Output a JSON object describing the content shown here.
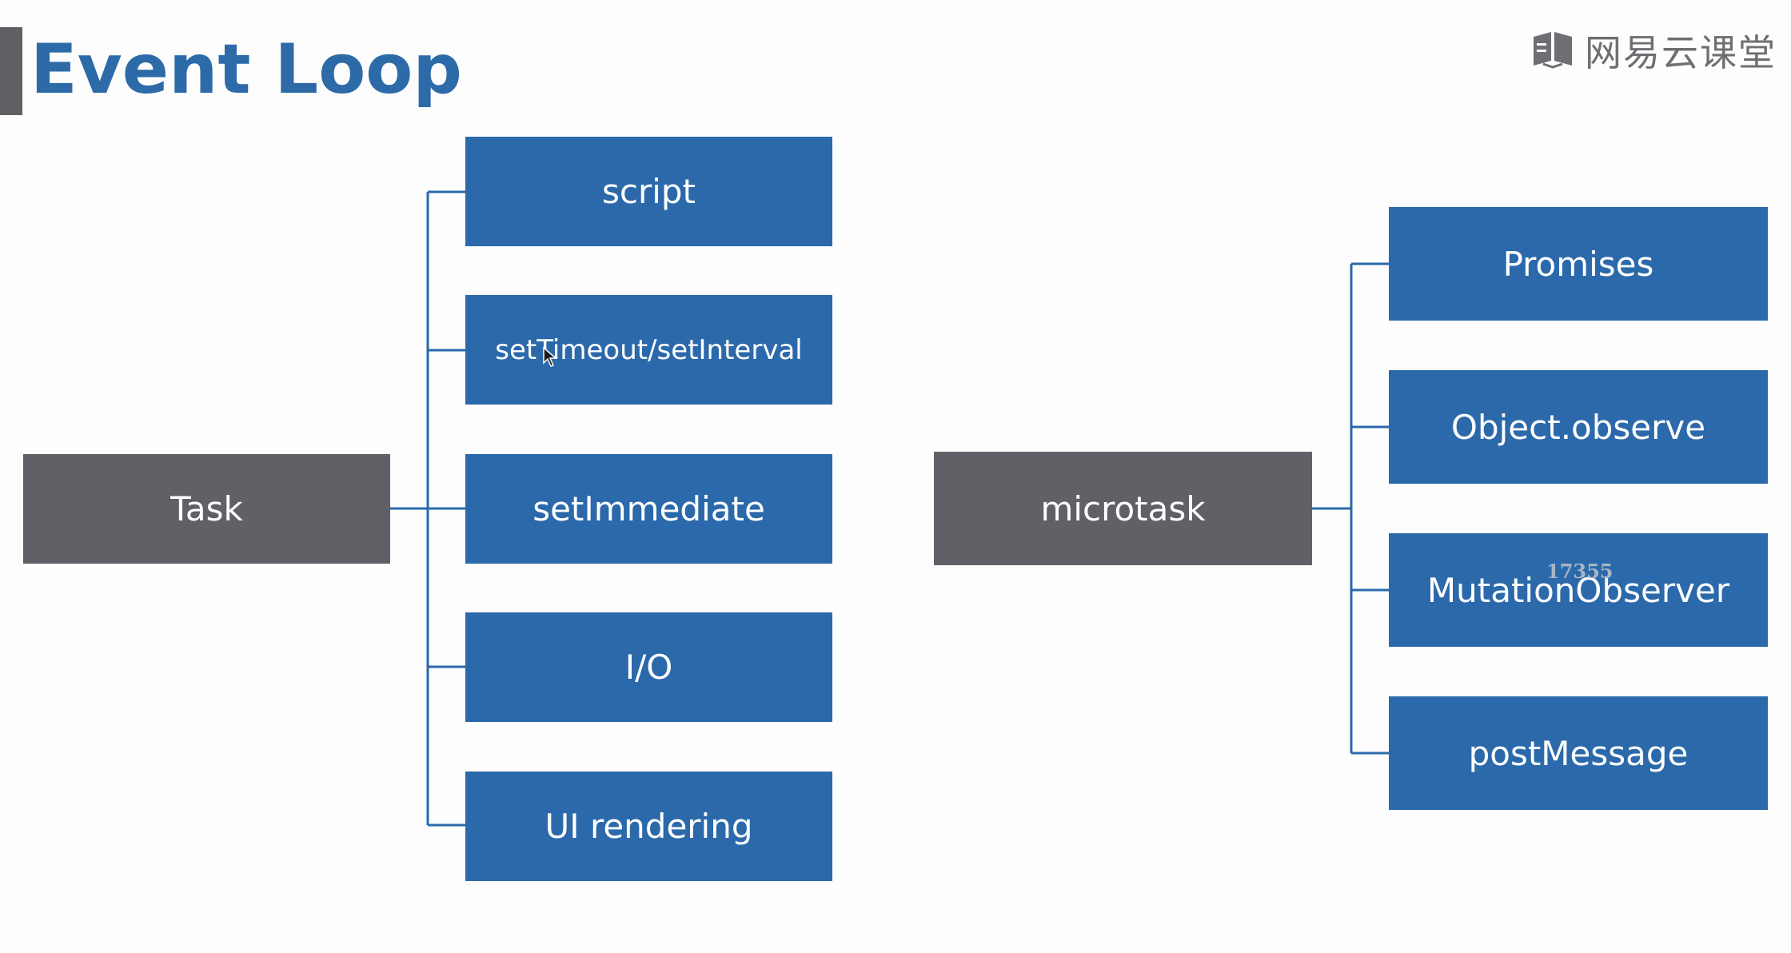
{
  "slide": {
    "title": "Event Loop",
    "logo_text": "网易云课堂",
    "logo_icon": "book-icon"
  },
  "task": {
    "label": "Task",
    "children": [
      {
        "name": "script",
        "label": "script"
      },
      {
        "name": "settimeout-setinterval",
        "label": "setTimeout/setInterval"
      },
      {
        "name": "setimmediate",
        "label": "setImmediate"
      },
      {
        "name": "io",
        "label": "I/O"
      },
      {
        "name": "ui-rendering",
        "label": "UI rendering"
      }
    ]
  },
  "microtask": {
    "label": "microtask",
    "children": [
      {
        "name": "promises",
        "label": "Promises"
      },
      {
        "name": "object-observe",
        "label": "Object.observe"
      },
      {
        "name": "mutationobserver",
        "label": "MutationObserver"
      },
      {
        "name": "postmessage",
        "label": "postMessage"
      }
    ]
  },
  "overlay": {
    "watermark": "17355"
  },
  "colors": {
    "title": "#2d6aa8",
    "blue_box": "#2b69ab",
    "gray_box": "#606166",
    "connector": "#2b69ab",
    "background": "#fdfdfd"
  }
}
